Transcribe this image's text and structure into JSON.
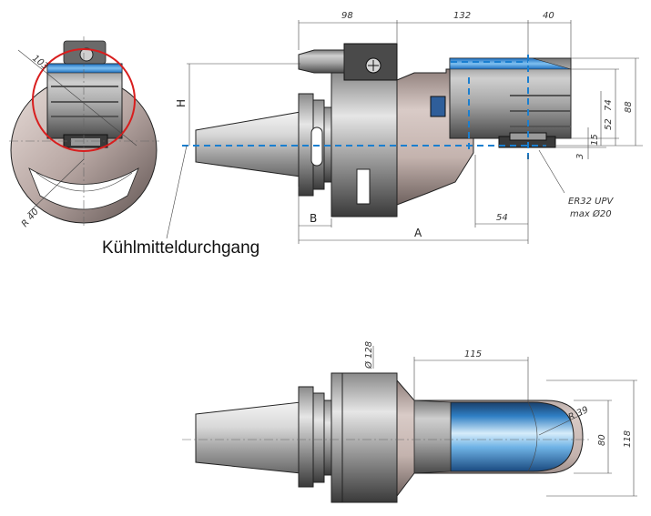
{
  "caption": "Kühlmitteldurchgang",
  "side_view": {
    "dimensions_top": [
      "98",
      "132",
      "40"
    ],
    "dimensions_right": [
      "74",
      "88",
      "52",
      "15",
      "3"
    ],
    "label_h": "H",
    "label_b": "B",
    "label_a": "A",
    "dim_54": "54",
    "collet_note_line1": "ER32 UPV",
    "collet_note_line2": "max Ø20"
  },
  "end_view": {
    "dim_103": "103",
    "dim_r40": "R 40"
  },
  "top_view": {
    "dim_dia128": "Ø 128",
    "dim_115": "115",
    "dim_r39": "R 39",
    "dim_80": "80",
    "dim_118": "118"
  },
  "colors": {
    "accent_blue": "#1a7fd0",
    "highlight_red": "#d81e1e",
    "body_metal": "#c9b8b3",
    "dark_metal": "#3a3a3a"
  }
}
